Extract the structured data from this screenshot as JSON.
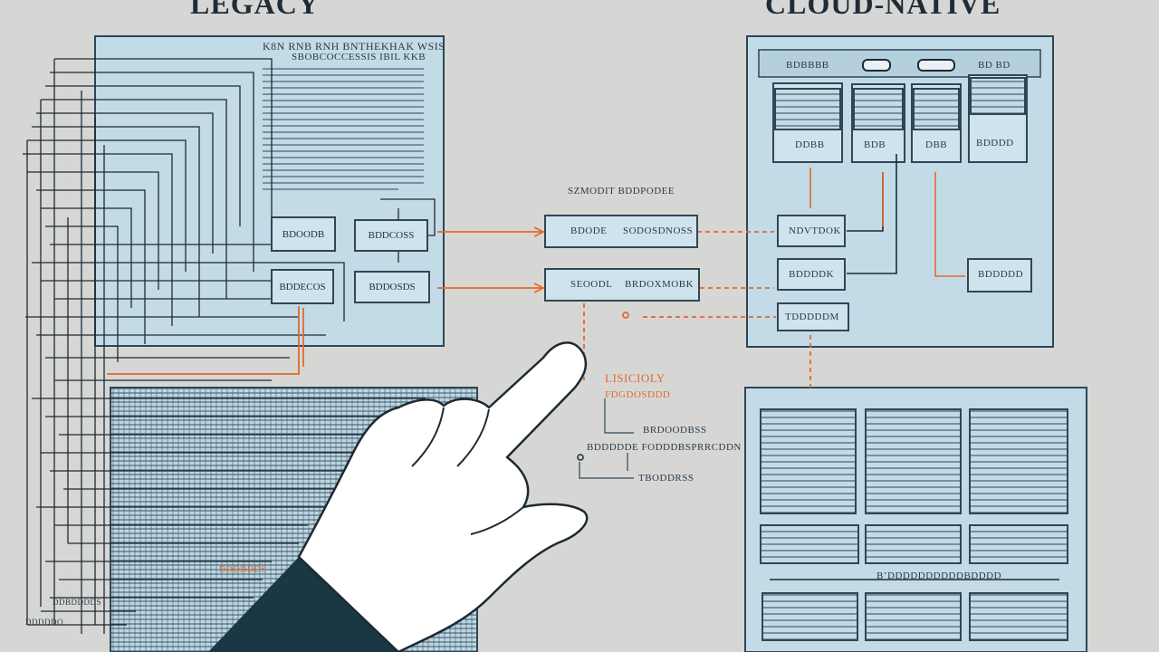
{
  "headings": {
    "legacy": "LEGACY",
    "cloud_native": "CLOUD-NATIVE"
  },
  "legacy": {
    "header_lines": [
      "K8N RNB RNH BNTHEKHAK WSIS",
      "SBOBCOCCESSIS IBIL KKB"
    ],
    "modules": [
      "BDOODB",
      "BDDCOSS",
      "BDDECOS",
      "BDDOSDS"
    ],
    "footer_labels": [
      "DDDDDDS",
      "DDBDDDDS",
      "DDDDDO"
    ]
  },
  "migration": {
    "title": "SZMODIT BDDPODEE",
    "bridges": [
      {
        "left": "BDODE",
        "right": "SODOSDNOSS"
      },
      {
        "left": "SEOODL",
        "right": "BRDOXMOBK"
      }
    ],
    "notes": {
      "title": "LISICIOLY",
      "sub": "FDGDOSDDD",
      "items": [
        "BRDOODBSS",
        "BDDDDDE FODDDBSPRRCDDN",
        "TBODDRSS"
      ]
    }
  },
  "cloud": {
    "services": [
      {
        "top": "BDBBBB",
        "bottom": "DDBB"
      },
      {
        "top": "",
        "bottom": "BDB"
      },
      {
        "top": "",
        "bottom": "DBB"
      },
      {
        "top": "BD BD",
        "bottom": "BDDDD"
      }
    ],
    "gateways": [
      "NDVTDOK",
      "BDDDDK",
      "TDDDDDM"
    ],
    "side_node": "BDDDDD",
    "cluster_label": "B’DDDDDDDDDDBDDDD"
  },
  "colors": {
    "accent": "#e3692a",
    "line": "#2f4656",
    "panel": "#c3dbe7",
    "background": "#d6d7d5"
  }
}
